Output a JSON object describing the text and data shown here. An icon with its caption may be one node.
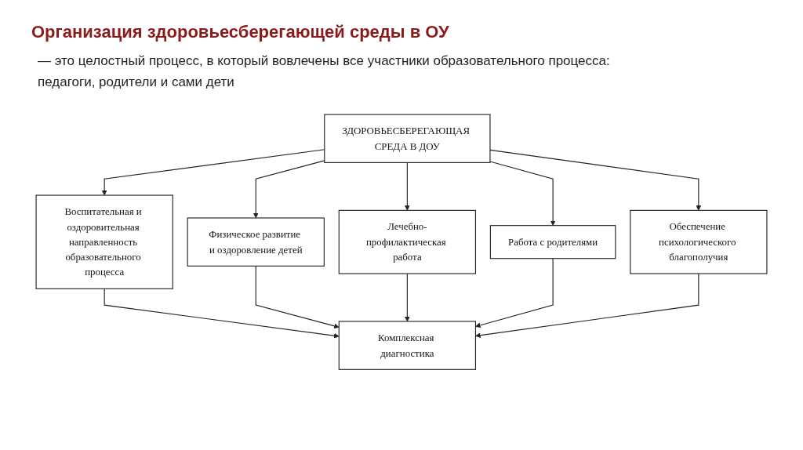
{
  "diagram": {
    "title": "Организация здоровьесберегающей среды в ОУ",
    "nodes": [
      {
        "text": [
          "ЗДОРОВЬЕСБЕРЕГАЮЩАЯ СРЕДА В ДОУ"
        ]
      },
      {
        "text": [
          "Воспитательная и оздоровительная направленность образовательного процесса"
        ]
      },
      {
        "text": [
          "Физическое развитие и оздоровление детей"
        ]
      },
      {
        "text": [
          "Лечебно-профилактическая работа"
        ]
      },
      {
        "text": [
          "Работа с родителями"
        ]
      },
      {
        "text": [
          "Обеспечение психологического благополучия"
        ]
      },
      {
        "text": [
          "Комплексная диагностика"
        ]
      }
    ],
    "edges": [
      {
        "from": 0,
        "to": 1,
        "arrow": "to"
      },
      {
        "from": 0,
        "to": 2,
        "arrow": "to"
      },
      {
        "from": 0,
        "to": 3,
        "arrow": "to"
      },
      {
        "from": 0,
        "to": 4,
        "arrow": "to"
      },
      {
        "from": 0,
        "to": 5,
        "arrow": "to"
      },
      {
        "from": 1,
        "to": 6,
        "arrow": "to"
      },
      {
        "from": 2,
        "to": 6,
        "arrow": "to"
      },
      {
        "from": 3,
        "to": 6,
        "arrow": "to"
      },
      {
        "from": 4,
        "to": 6,
        "arrow": "to"
      },
      {
        "from": 5,
        "to": 6,
        "arrow": "to"
      }
    ],
    "labels": [
      "— это целостный процесс, в который вовлечены все участники образовательного процесса: педагоги, родители и сами дети"
    ]
  }
}
